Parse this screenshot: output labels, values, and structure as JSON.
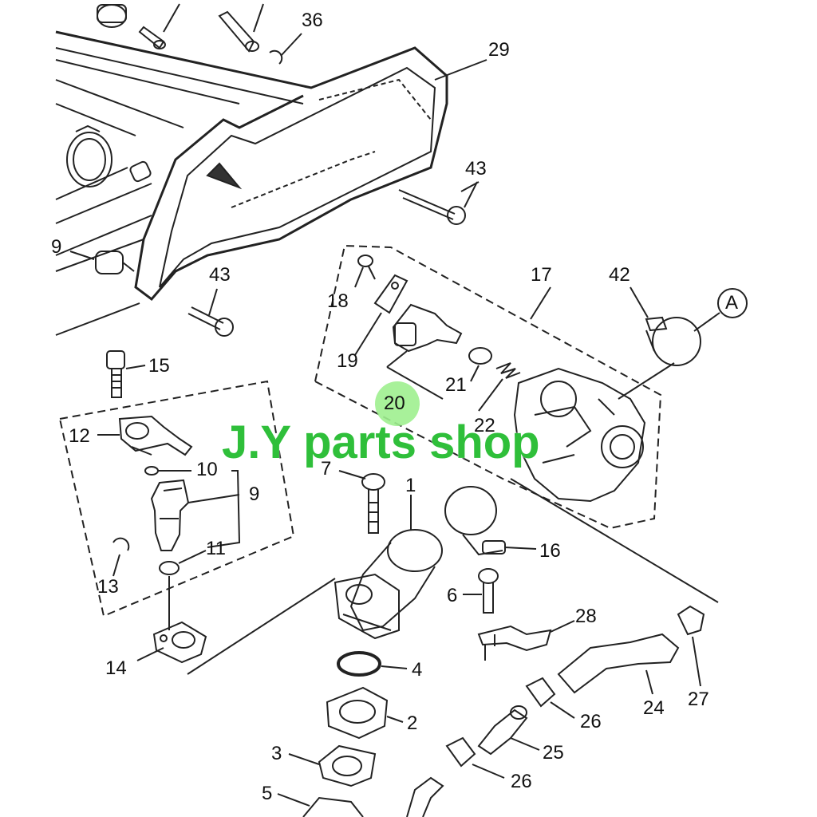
{
  "watermark": {
    "text": "J.Y parts shop",
    "color": "#2fbf3a"
  },
  "highlight_color": "#9ff08f",
  "callouts": {
    "c1": "1",
    "c2": "2",
    "c3": "3",
    "c4": "4",
    "c5": "5",
    "c6": "6",
    "c7": "7",
    "c9": "9",
    "c9b": "9",
    "c10": "10",
    "c11": "11",
    "c12": "12",
    "c13": "13",
    "c14": "14",
    "c15": "15",
    "c16": "16",
    "c17": "17",
    "c18": "18",
    "c19": "19",
    "c20": "20",
    "c21": "21",
    "c22": "22",
    "c24": "24",
    "c25": "25",
    "c26a": "26",
    "c26b": "26",
    "c27": "27",
    "c28": "28",
    "c29": "29",
    "c36": "36",
    "c42": "42",
    "c43a": "43",
    "c43b": "43",
    "cA": "A"
  }
}
